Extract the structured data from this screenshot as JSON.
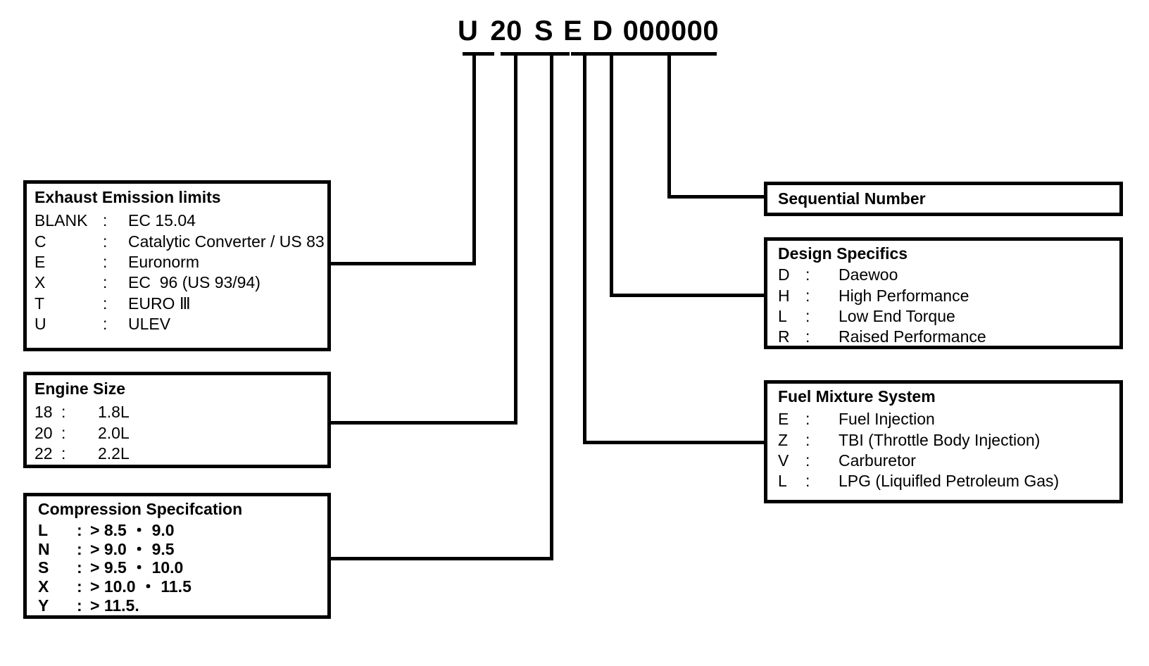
{
  "code": {
    "segments": [
      {
        "text": "U",
        "name": "code-char-emission"
      },
      {
        "text": "20",
        "name": "code-char-engine-size"
      },
      {
        "text": "S",
        "name": "code-char-compression"
      },
      {
        "text": "E",
        "name": "code-char-fuel-mixture"
      },
      {
        "text": "D",
        "name": "code-char-design"
      },
      {
        "text": "000000",
        "name": "code-char-sequential"
      }
    ],
    "full": "U 20 S E D 000000"
  },
  "boxes": {
    "exhaust": {
      "title": "Exhaust Emission limits",
      "rows": [
        {
          "key": "BLANK",
          "colon": ":",
          "value": "EC 15.04"
        },
        {
          "key": "C",
          "colon": ":",
          "value": "Catalytic Converter / US 83"
        },
        {
          "key": "E",
          "colon": ":",
          "value": "Euronorm"
        },
        {
          "key": "X",
          "colon": ":",
          "value": "EC  96 (US 93/94)"
        },
        {
          "key": "T",
          "colon": ":",
          "value": "EURO Ⅲ"
        },
        {
          "key": "U",
          "colon": ":",
          "value": "ULEV"
        }
      ]
    },
    "engine": {
      "title": "Engine Size",
      "rows": [
        {
          "key": "18",
          "colon": ":",
          "value": "1.8L"
        },
        {
          "key": "20",
          "colon": ":",
          "value": "2.0L"
        },
        {
          "key": "22",
          "colon": ":",
          "value": "2.2L"
        }
      ]
    },
    "compression": {
      "title": "Compression Specifcation",
      "rows": [
        {
          "key": "L",
          "colon": ":",
          "value": "> 8.5 ・ 9.0"
        },
        {
          "key": "N",
          "colon": ":",
          "value": "> 9.0 ・ 9.5"
        },
        {
          "key": "S",
          "colon": ":",
          "value": "> 9.5 ・ 10.0"
        },
        {
          "key": "X",
          "colon": ":",
          "value": "> 10.0 ・ 11.5"
        },
        {
          "key": "Y",
          "colon": ":",
          "value": "> 11.5."
        }
      ]
    },
    "sequential": {
      "title": "Sequential Number",
      "rows": []
    },
    "design": {
      "title": "Design Specifics",
      "rows": [
        {
          "key": "D",
          "colon": ":",
          "value": "Daewoo"
        },
        {
          "key": "H",
          "colon": ":",
          "value": "High Performance"
        },
        {
          "key": "L",
          "colon": ":",
          "value": "Low End Torque"
        },
        {
          "key": "R",
          "colon": ":",
          "value": "Raised Performance"
        }
      ]
    },
    "fuel": {
      "title": "Fuel Mixture System",
      "rows": [
        {
          "key": "E",
          "colon": ":",
          "value": "Fuel Injection"
        },
        {
          "key": "Z",
          "colon": ":",
          "value": "TBI (Throttle Body Injection)"
        },
        {
          "key": "V",
          "colon": ":",
          "value": "Carburetor"
        },
        {
          "key": "L",
          "colon": ":",
          "value": "LPG (Liquifled Petroleum Gas)"
        }
      ]
    }
  },
  "colors": {
    "line": "#000000",
    "background": "#ffffff"
  }
}
